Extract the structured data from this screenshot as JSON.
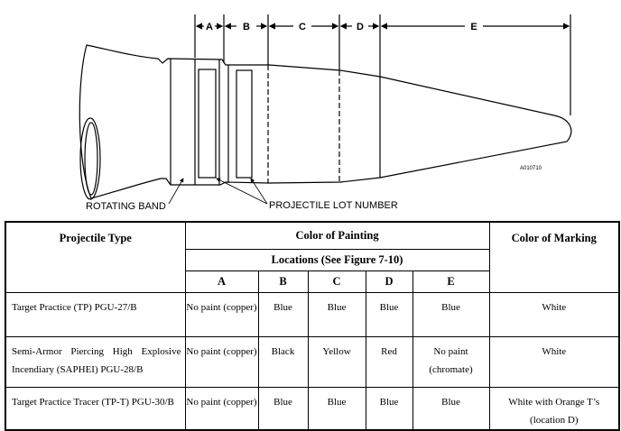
{
  "figure": {
    "dimension_labels": [
      "A",
      "B",
      "C",
      "D",
      "E"
    ],
    "callouts": {
      "rotating_band": "ROTATING BAND",
      "lot_number": "PROJECTILE LOT NUMBER",
      "figure_id": "A010710"
    }
  },
  "table": {
    "headers": {
      "projectile_type": "Projectile Type",
      "color_of_painting": "Color of Painting",
      "locations": "Locations (See Figure 7-10)",
      "color_of_marking": "Color of Marking",
      "location_cols": [
        "A",
        "B",
        "C",
        "D",
        "E"
      ]
    },
    "rows": [
      {
        "type": "Target Practice (TP) PGU-27/B",
        "A": "No paint (copper)",
        "B": "Blue",
        "C": "Blue",
        "D": "Blue",
        "E": "Blue",
        "marking": "White"
      },
      {
        "type": "Semi-Armor Piercing High Explosive Incendiary (SAPHEI) PGU-28/B",
        "A": "No paint (copper)",
        "B": "Black",
        "C": "Yellow",
        "D": "Red",
        "E": "No paint (chromate)",
        "marking": "White"
      },
      {
        "type": "Target Practice Tracer (TP-T) PGU-30/B",
        "A": "No paint (copper)",
        "B": "Blue",
        "C": "Blue",
        "D": "Blue",
        "E": "Blue",
        "marking": "White with Orange T’s (location D)"
      }
    ]
  }
}
